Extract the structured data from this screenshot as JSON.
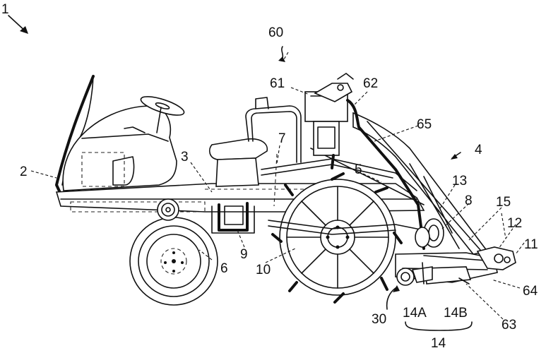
{
  "figure": {
    "labels": {
      "l1": "1",
      "l2": "2",
      "l3": "3",
      "l4": "4",
      "l5": "5",
      "l6": "6",
      "l7": "7",
      "l8": "8",
      "l9": "9",
      "l10": "10",
      "l11": "11",
      "l12": "12",
      "l13": "13",
      "l14": "14",
      "l14A": "14A",
      "l14B": "14B",
      "l15": "15",
      "l30": "30",
      "l60": "60",
      "l61": "61",
      "l62": "62",
      "l63": "63",
      "l64": "64",
      "l65": "65"
    }
  }
}
